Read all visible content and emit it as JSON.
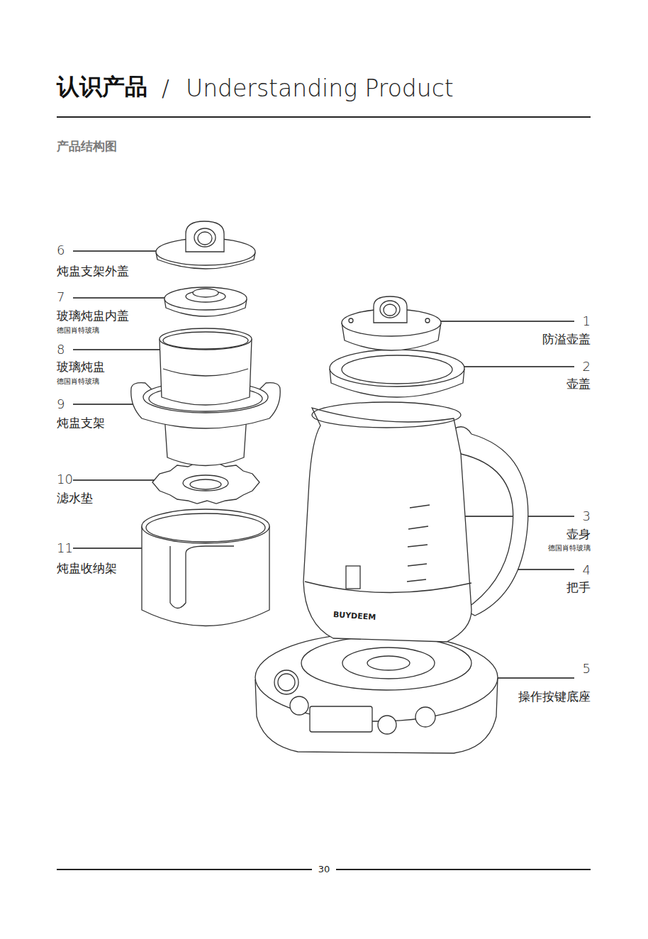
{
  "diagram": {
    "title": "认识产品",
    "labels": [
      "/",
      "Understanding Product",
      "产品结构图",
      "6",
      "炖盅支架外盖",
      "7",
      "玻璃炖盅内盖",
      "德国肖特玻璃",
      "8",
      "玻璃炖盅",
      "德国肖特玻璃",
      "9",
      "炖盅支架",
      "10",
      "滤水垫",
      "11",
      "炖盅收纳架",
      "1",
      "防溢壶盖",
      "2",
      "壶盖",
      "3",
      "壶身",
      "德国肖特玻璃",
      "4",
      "把手",
      "5",
      "操作按键底座",
      "BUYDEEM",
      "30"
    ]
  }
}
